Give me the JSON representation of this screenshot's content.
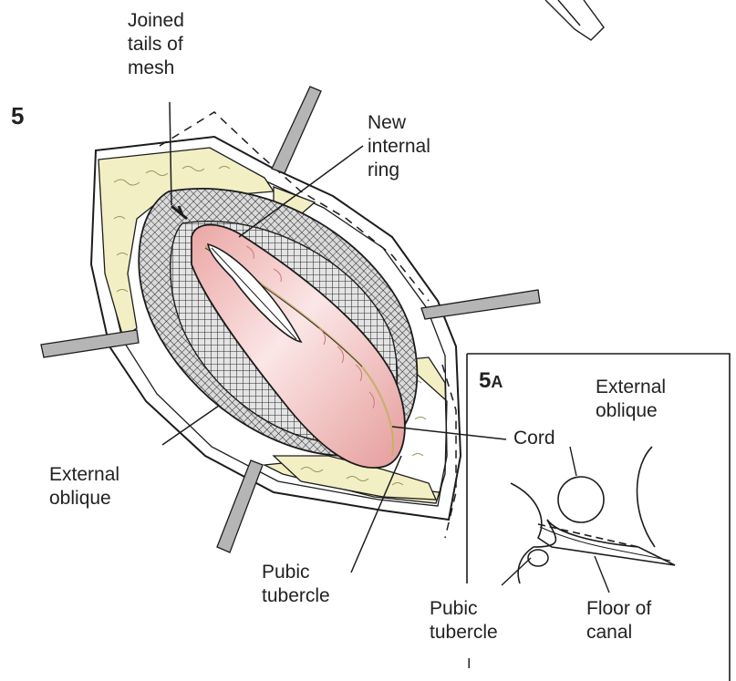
{
  "figure_number": "5",
  "inset_number_main": "5",
  "inset_number_sub": "A",
  "labels": {
    "joined_tails": "Joined\ntails of\nmesh",
    "new_internal_ring": "New\ninternal\nring",
    "external_oblique_main": "External\noblique",
    "pubic_tubercle_main": "Pubic\ntubercle",
    "cord": "Cord",
    "external_oblique_inset": "External\noblique",
    "pubic_tubercle_inset": "Pubic\ntubercle",
    "floor_of_canal": "Floor of\ncanal",
    "page_mark": "I"
  },
  "colors": {
    "cord_fill": "#f0b7b4",
    "cord_highlight": "#f8dede",
    "fat_fill": "#f3efc4",
    "mesh_fill": "#d9d9d9",
    "line": "#1c1c1c",
    "retractor": "#8a8a8a"
  }
}
